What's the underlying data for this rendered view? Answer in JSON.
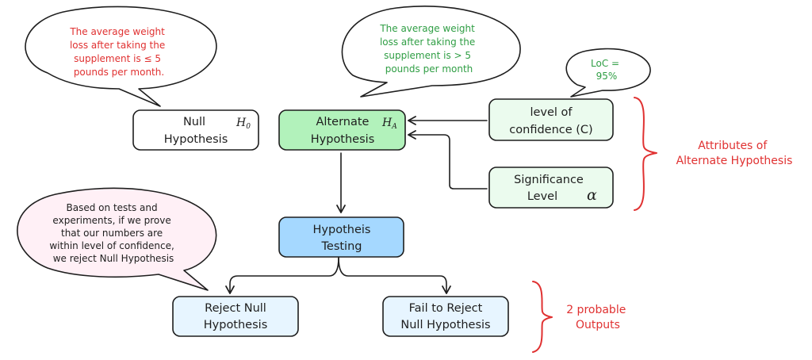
{
  "boxes": {
    "null": {
      "label_lines": [
        "Null",
        "Hypothesis"
      ],
      "symbol": "H",
      "symbol_sub": "0",
      "fill": "#ffffff"
    },
    "alternate": {
      "label_lines": [
        "Alternate",
        "Hypothesis"
      ],
      "symbol": "H",
      "symbol_sub": "A",
      "fill": "#b2f2bb"
    },
    "confidence": {
      "label_lines": [
        "level of",
        "confidence (C)"
      ],
      "fill": "#ebfbee"
    },
    "significance": {
      "label_lines": [
        "Significance",
        "Level"
      ],
      "symbol": "α",
      "fill": "#ebfbee"
    },
    "testing": {
      "label_lines": [
        "Hypotheis",
        "Testing"
      ],
      "fill": "#a5d8ff"
    },
    "reject": {
      "label_lines": [
        "Reject Null",
        "Hypothesis"
      ],
      "fill": "#e7f5ff"
    },
    "fail": {
      "label_lines": [
        "Fail to Reject",
        "Null Hypothesis"
      ],
      "fill": "#e7f5ff"
    }
  },
  "bubbles": {
    "null_claim": {
      "lines": [
        "The average weight",
        "loss after taking the",
        "supplement is ≤ 5",
        "pounds per month."
      ],
      "text_color": "#e03131",
      "fill": "#ffffff"
    },
    "alt_claim": {
      "lines": [
        "The average weight",
        "loss after taking the",
        "supplement is > 5",
        "pounds per month"
      ],
      "text_color": "#2f9e44",
      "fill": "#ffffff"
    },
    "loc": {
      "lines": [
        "LoC =",
        "95%"
      ],
      "text_color": "#2f9e44",
      "fill": "#ffffff"
    },
    "testing_note": {
      "lines": [
        "Based on tests and",
        "experiments, if we prove",
        "that our numbers are",
        "within level of confidence,",
        "we reject Null Hypothesis"
      ],
      "text_color": "#1e1e1e",
      "fill": "#fff0f6"
    }
  },
  "side_labels": {
    "attributes": {
      "lines": [
        "Attributes of",
        "Alternate Hypothesis"
      ]
    },
    "outputs": {
      "lines": [
        "2 probable",
        "Outputs"
      ]
    }
  },
  "colors": {
    "stroke": "#1e1e1e",
    "accent_red": "#e03131",
    "accent_green": "#2f9e44"
  }
}
